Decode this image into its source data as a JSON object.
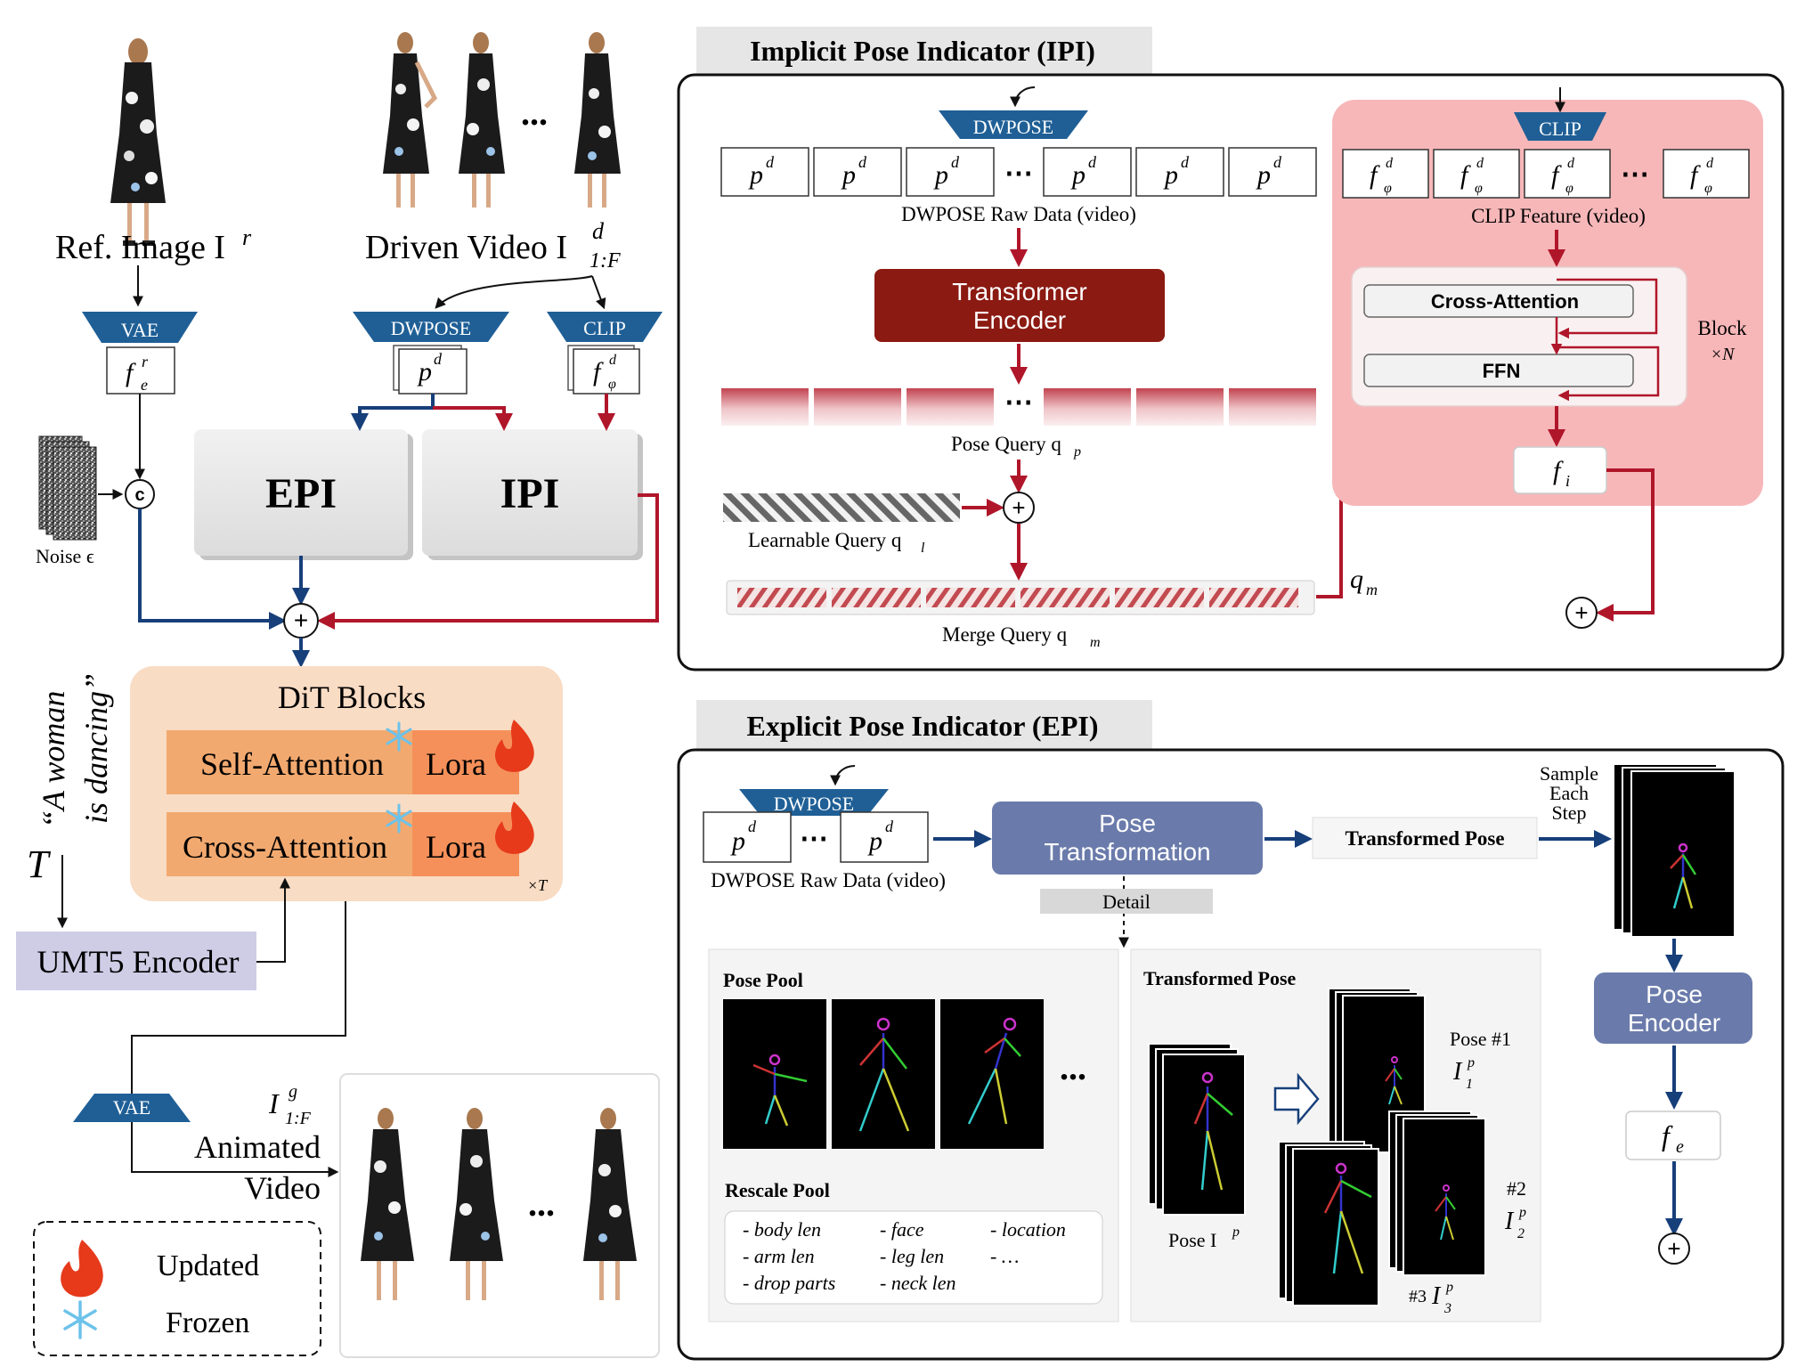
{
  "figure": {
    "left": {
      "ref_image_label": "Ref. Image I",
      "ref_image_sup": "r",
      "driven_video_label": "Driven Video I",
      "driven_video_sup": "d",
      "driven_video_sub": "1:F",
      "ellipsis": "...",
      "vae_label": "VAE",
      "dwpose_label": "DWPOSE",
      "clip_label": "CLIP",
      "fe_r": "f",
      "fe_r_sub": "e",
      "fe_r_sup": "r",
      "pd": "p",
      "pd_sup": "d",
      "fphi": "f",
      "fphi_sub": "φ",
      "fphi_sup": "d",
      "concat_symbol": "c",
      "noise_label": "Noise ϵ",
      "epi_label": "EPI",
      "ipi_label": "IPI",
      "plus": "+",
      "text_prompt_line1": "“A woman",
      "text_prompt_line2": "is dancing”",
      "text_symbol": "T",
      "dit_title": "DiT Blocks",
      "self_attention": "Self-Attention",
      "cross_attention": "Cross-Attention",
      "lora": "Lora",
      "times_t": "×T",
      "umt5": "UMT5 Encoder",
      "vae_decoder": "VAE",
      "animated_label_line1": "Animated",
      "animated_label_line2": "Video",
      "animated_i": "I",
      "animated_sup": "g",
      "animated_sub": "1:F",
      "legend_updated": "Updated",
      "legend_frozen": "Frozen"
    },
    "ipi": {
      "tab_title": "Implicit Pose Indicator (IPI)",
      "dwpose_label": "DWPOSE",
      "pd_label": "p",
      "pd_sup": "d",
      "ellipsis": "⋯",
      "raw_data_caption": "DWPOSE Raw Data (video)",
      "transformer_line1": "Transformer",
      "transformer_line2": "Encoder",
      "pose_query_caption": "Pose Query q",
      "pose_query_sub": "p",
      "learnable_query_caption": "Learnable Query q",
      "learnable_query_sub": "l",
      "merge_query_caption": "Merge Query q",
      "merge_query_sub": "m",
      "qm_label": "q",
      "qm_sub": "m",
      "clip_label": "CLIP",
      "fphi_label": "f",
      "fphi_sub": "φ",
      "fphi_sup": "d",
      "clip_feature_caption": "CLIP Feature (video)",
      "cross_attention": "Cross-Attention",
      "ffn": "FFN",
      "block_label": "Block",
      "block_times": "×N",
      "fi_label": "f",
      "fi_sub": "i",
      "plus": "+"
    },
    "epi": {
      "tab_title": "Explicit Pose Indicator (EPI)",
      "dwpose_label": "DWPOSE",
      "pd_label": "p",
      "pd_sup": "d",
      "ellipsis": "⋯",
      "raw_data_caption": "DWPOSE Raw Data (video)",
      "pose_transformation_line1": "Pose",
      "pose_transformation_line2": "Transformation",
      "transformed_pose": "Transformed Pose",
      "sample_line1": "Sample",
      "sample_line2": "Each",
      "sample_line3": "Step",
      "detail": "Detail",
      "pose_pool_title": "Pose Pool",
      "pool_ellipsis": "...",
      "rescale_pool_title": "Rescale Pool",
      "rescale_items": [
        "- body len",
        "- face",
        "- location",
        "- arm len",
        "- leg len",
        "- …",
        "- drop parts",
        "- neck len"
      ],
      "transformed_pose_title": "Transformed Pose",
      "pose_ip_label": "Pose I",
      "pose_ip_sup": "p",
      "pose1_label": "Pose #1",
      "pose1_i": "I",
      "pose1_sup": "p",
      "pose1_sub": "1",
      "pose2_label": "#2",
      "pose2_i": "I",
      "pose2_sup": "p",
      "pose2_sub": "2",
      "pose3_label": "#3",
      "pose3_i": "I",
      "pose3_sup": "p",
      "pose3_sub": "3",
      "pose_encoder_line1": "Pose",
      "pose_encoder_line2": "Encoder",
      "fe_label": "f",
      "fe_sub": "e",
      "plus": "+"
    },
    "colors": {
      "blue_arrow": "#173f7a",
      "red_arrow": "#b0162a",
      "banner_blue": "#1f5f96",
      "transformer_red": "#8b1a12",
      "clip_region": "#f7b7b9",
      "dit_bg": "#f9dcc4",
      "attention_orange": "#f2a96f",
      "lora_orange": "#f5905a",
      "umt5_bg": "#cfcce6",
      "epi_ipi_gray": "#e8e8e8",
      "pose_box_blue": "#6a7bab",
      "flame": "#e63a1b",
      "snow": "#6cc2ea"
    }
  }
}
